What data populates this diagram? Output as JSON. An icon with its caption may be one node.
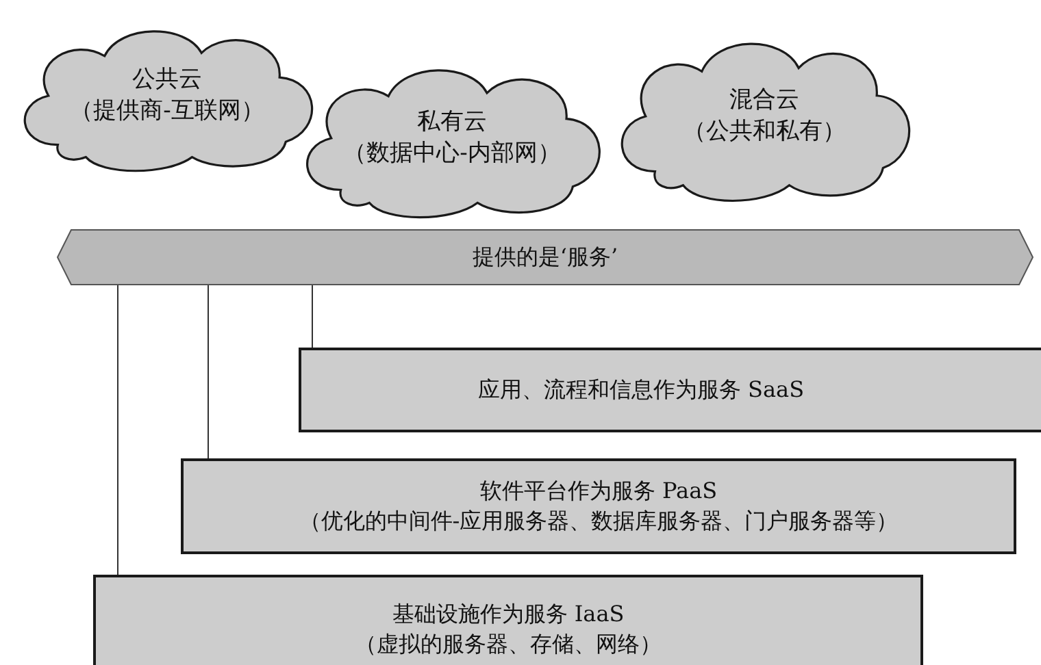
{
  "diagram": {
    "nodes": [
      {
        "text": [
          "公共云",
          "（提供商-互联网）"
        ]
      },
      {
        "text": [
          "私有云",
          "（数据中心-内部网）"
        ]
      },
      {
        "text": [
          "混合云",
          "（公共和私有）"
        ]
      },
      {
        "text": [
          "提供的是‘服务’"
        ]
      },
      {
        "text": [
          "应用、流程和信息作为服务 SaaS"
        ]
      },
      {
        "text": [
          "软件平台作为服务 PaaS",
          "（优化的中间件-应用服务器、数据库服务器、门户服务器等）"
        ]
      },
      {
        "text": [
          "基础设施作为服务 IaaS",
          "（虚拟的服务器、存储、网络）"
        ]
      }
    ],
    "edges": [
      {
        "from": 3,
        "to": 6,
        "arrow": "none"
      },
      {
        "from": 3,
        "to": 5,
        "arrow": "none"
      },
      {
        "from": 3,
        "to": 4,
        "arrow": "none"
      }
    ]
  }
}
